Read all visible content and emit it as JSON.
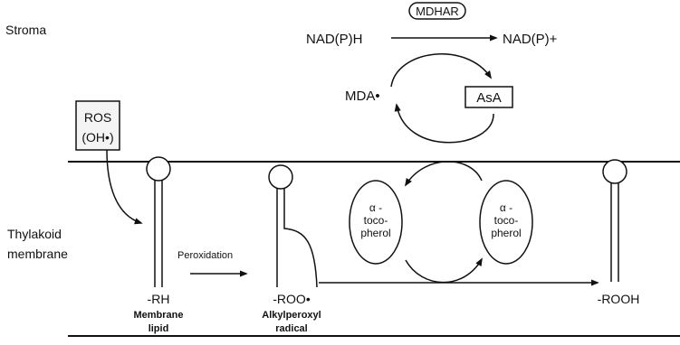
{
  "regions": {
    "stroma": "Stroma",
    "thylakoid_line1": "Thylakoid",
    "thylakoid_line2": "membrane"
  },
  "ros": {
    "line1": "ROS",
    "line2": "(OH•)"
  },
  "cycle": {
    "enzyme": "MDHAR",
    "reductant": "NAD(P)H",
    "oxidized": "NAD(P)+",
    "mda": "MDA•",
    "asa": "AsA"
  },
  "tocopherol": {
    "left": [
      "α -",
      "toco-",
      "pherol"
    ],
    "right": [
      "α -",
      "toco-",
      "pherol"
    ]
  },
  "lipids": {
    "rh": "-RH",
    "rh_caption_1": "Membrane",
    "rh_caption_2": "lipid",
    "process": "Peroxidation",
    "roo": "-ROO•",
    "roo_caption_1": "Alkylperoxyl",
    "roo_caption_2": "radical",
    "rooh": "-ROOH"
  }
}
